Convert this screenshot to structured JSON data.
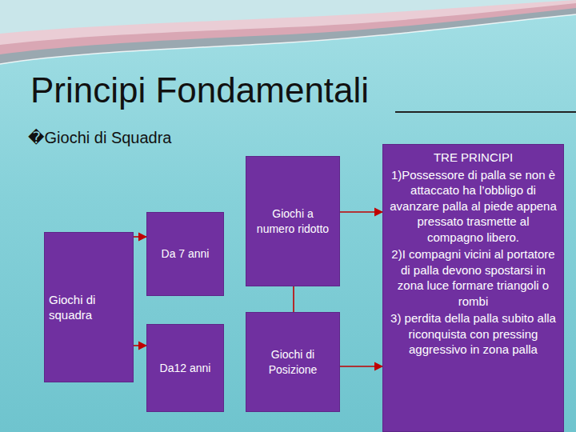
{
  "diagram": {
    "title": "Principi Fondamentali",
    "nodes": [
      {
        "text": [
          "Giochi di squadra"
        ]
      },
      {
        "text": [
          "Da 7 anni"
        ]
      },
      {
        "text": [
          "Da12 anni"
        ]
      },
      {
        "text": [
          "Giochi a numero ridotto"
        ]
      },
      {
        "text": [
          "Giochi di Posizione"
        ]
      },
      {
        "text": [
          "TRE PRINCIPI",
          "1)Possessore di palla se non è attaccato ha l’obbligo di avanzare palla al piede appena pressato trasmette al compagno libero.",
          "2)I compagni vicini al portatore di palla devono spostarsi in zona luce formare triangoli o rombi",
          "3) perdita della palla subito alla riconquista con pressing aggressivo in zona palla"
        ]
      }
    ],
    "edges": [
      {
        "from": 0,
        "to": 1,
        "arrow": "to"
      },
      {
        "from": 0,
        "to": 2,
        "arrow": "to"
      },
      {
        "from": 3,
        "to": 4,
        "arrow": "none"
      },
      {
        "from": 3,
        "to": 5,
        "arrow": "to"
      },
      {
        "from": 4,
        "to": 5,
        "arrow": "to"
      }
    ],
    "labels": [
      "�Giochi di Squadra"
    ]
  }
}
